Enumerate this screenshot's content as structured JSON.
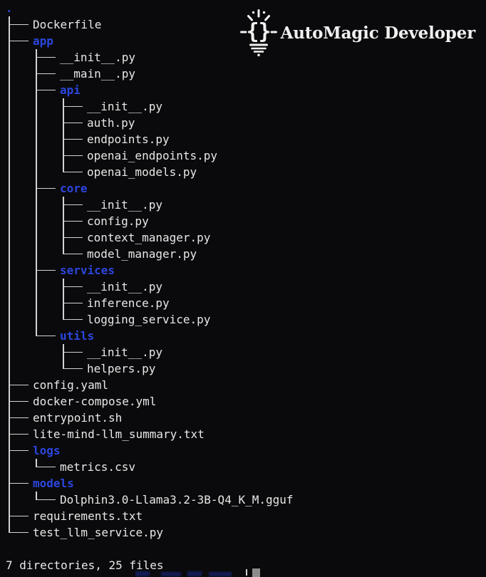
{
  "terminal": {
    "summary": "7 directories, 25 files",
    "tree": [
      {
        "prefix": [],
        "name": ".",
        "type": "dir"
      },
      {
        "prefix": [
          "tee"
        ],
        "name": "Dockerfile",
        "type": "file"
      },
      {
        "prefix": [
          "tee"
        ],
        "name": "app",
        "type": "dir"
      },
      {
        "prefix": [
          "pipe",
          "tee"
        ],
        "name": "__init__.py",
        "type": "file"
      },
      {
        "prefix": [
          "pipe",
          "tee"
        ],
        "name": "__main__.py",
        "type": "file"
      },
      {
        "prefix": [
          "pipe",
          "tee"
        ],
        "name": "api",
        "type": "dir"
      },
      {
        "prefix": [
          "pipe",
          "pipe",
          "tee"
        ],
        "name": "__init__.py",
        "type": "file"
      },
      {
        "prefix": [
          "pipe",
          "pipe",
          "tee"
        ],
        "name": "auth.py",
        "type": "file"
      },
      {
        "prefix": [
          "pipe",
          "pipe",
          "tee"
        ],
        "name": "endpoints.py",
        "type": "file"
      },
      {
        "prefix": [
          "pipe",
          "pipe",
          "tee"
        ],
        "name": "openai_endpoints.py",
        "type": "file"
      },
      {
        "prefix": [
          "pipe",
          "pipe",
          "elbow"
        ],
        "name": "openai_models.py",
        "type": "file"
      },
      {
        "prefix": [
          "pipe",
          "tee"
        ],
        "name": "core",
        "type": "dir"
      },
      {
        "prefix": [
          "pipe",
          "pipe",
          "tee"
        ],
        "name": "__init__.py",
        "type": "file"
      },
      {
        "prefix": [
          "pipe",
          "pipe",
          "tee"
        ],
        "name": "config.py",
        "type": "file"
      },
      {
        "prefix": [
          "pipe",
          "pipe",
          "tee"
        ],
        "name": "context_manager.py",
        "type": "file"
      },
      {
        "prefix": [
          "pipe",
          "pipe",
          "elbow"
        ],
        "name": "model_manager.py",
        "type": "file"
      },
      {
        "prefix": [
          "pipe",
          "tee"
        ],
        "name": "services",
        "type": "dir"
      },
      {
        "prefix": [
          "pipe",
          "pipe",
          "tee"
        ],
        "name": "__init__.py",
        "type": "file"
      },
      {
        "prefix": [
          "pipe",
          "pipe",
          "tee"
        ],
        "name": "inference.py",
        "type": "file"
      },
      {
        "prefix": [
          "pipe",
          "pipe",
          "elbow"
        ],
        "name": "logging_service.py",
        "type": "file"
      },
      {
        "prefix": [
          "pipe",
          "elbow"
        ],
        "name": "utils",
        "type": "dir"
      },
      {
        "prefix": [
          "pipe",
          "blank",
          "tee"
        ],
        "name": "__init__.py",
        "type": "file"
      },
      {
        "prefix": [
          "pipe",
          "blank",
          "elbow"
        ],
        "name": "helpers.py",
        "type": "file"
      },
      {
        "prefix": [
          "tee"
        ],
        "name": "config.yaml",
        "type": "file"
      },
      {
        "prefix": [
          "tee"
        ],
        "name": "docker-compose.yml",
        "type": "file"
      },
      {
        "prefix": [
          "tee"
        ],
        "name": "entrypoint.sh",
        "type": "file"
      },
      {
        "prefix": [
          "tee"
        ],
        "name": "lite-mind-llm_summary.txt",
        "type": "file"
      },
      {
        "prefix": [
          "tee"
        ],
        "name": "logs",
        "type": "dir"
      },
      {
        "prefix": [
          "pipe",
          "elbow"
        ],
        "name": "metrics.csv",
        "type": "file"
      },
      {
        "prefix": [
          "tee"
        ],
        "name": "models",
        "type": "dir"
      },
      {
        "prefix": [
          "pipe",
          "elbow"
        ],
        "name": "Dolphin3.0-Llama3.2-3B-Q4_K_M.gguf",
        "type": "file"
      },
      {
        "prefix": [
          "tee"
        ],
        "name": "requirements.txt",
        "type": "file"
      },
      {
        "prefix": [
          "elbow"
        ],
        "name": "test_llm_service.py",
        "type": "file"
      }
    ]
  },
  "logo": {
    "text": "AutoMagic Developer",
    "icon": "lightbulb-braces-icon"
  },
  "colors": {
    "background": "#0a0a0c",
    "text": "#e8e8e8",
    "directory": "#2c46de",
    "connector": "#d2d2d2",
    "cursor": "#8c8c8c",
    "clipped_prompt": "#1c2b8f"
  }
}
